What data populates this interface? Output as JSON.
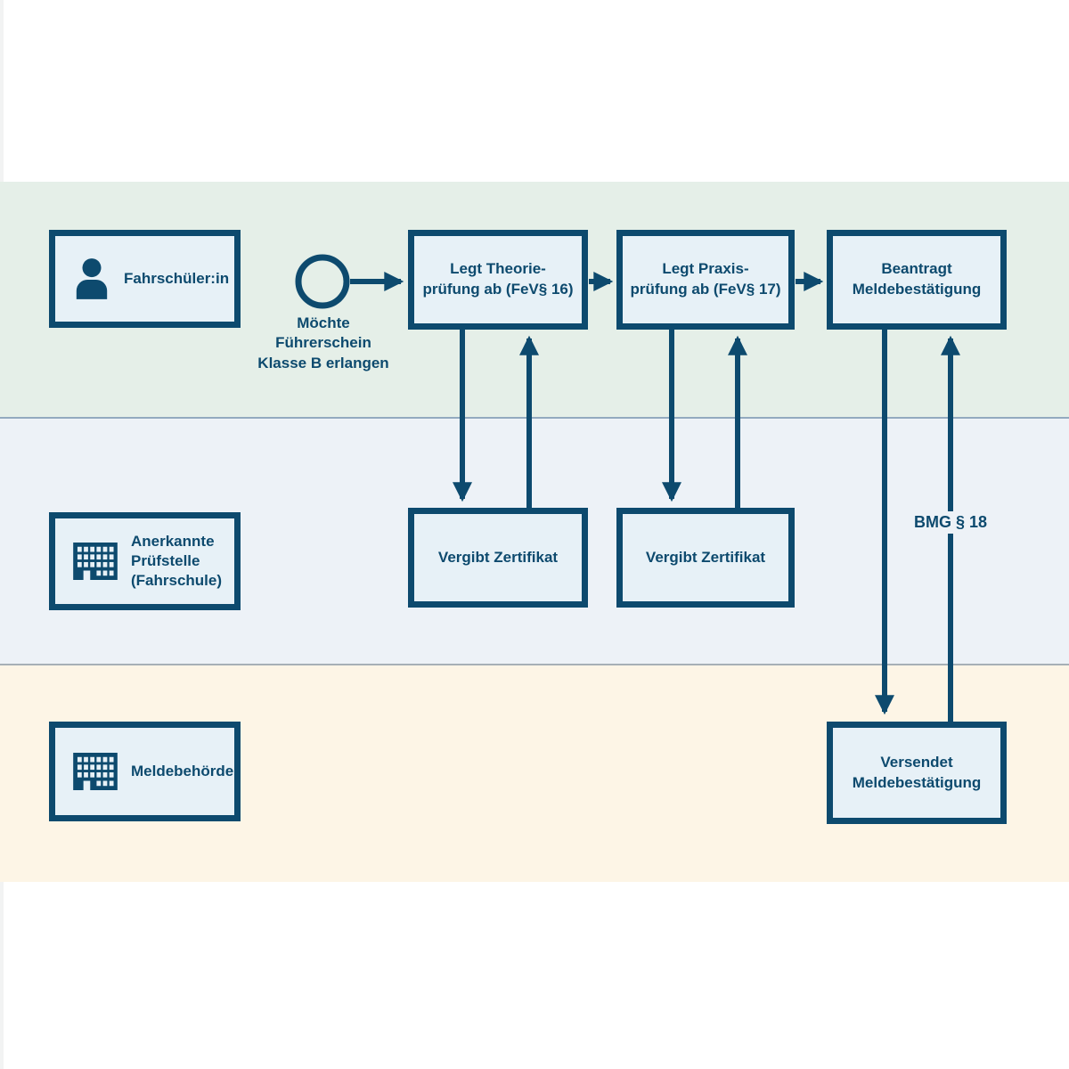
{
  "colors": {
    "ink": "#0d4a6e",
    "lane_fahrschueler_bg": "#e5efe8",
    "lane_pruefstelle_bg": "#edf2f7",
    "lane_meldebehoerde_bg": "#fdf5e6",
    "node_fill": "#e7f1f7",
    "divider_top": "#93aabf",
    "divider_bottom": "#a6b0b6",
    "page_bg": "#ffffff"
  },
  "lanes": {
    "fahrschueler": {
      "label": "Fahrschüler:in",
      "icon": "person-icon"
    },
    "pruefstelle": {
      "label": "Anerkannte\nPrüfstelle\n(Fahrschule)",
      "icon": "building-icon"
    },
    "meldebehoerde": {
      "label": "Meldebehörde",
      "icon": "building-icon"
    }
  },
  "start_event": {
    "label": "Möchte\nFührerschein\nKlasse B erlangen"
  },
  "nodes": {
    "theorie": {
      "label": "Legt Theorie-\nprüfung ab (FeV§ 16)"
    },
    "praxis": {
      "label": "Legt Praxis-\nprüfung ab (FeV§ 17)"
    },
    "beantragt": {
      "label": "Beantragt\nMeldebestätigung"
    },
    "vergibt_theorie": {
      "label": "Vergibt Zertifikat"
    },
    "vergibt_praxis": {
      "label": "Vergibt Zertifikat"
    },
    "versendet": {
      "label": "Versendet\nMeldebestätigung"
    }
  },
  "edge_labels": {
    "bmg": "BMG § 18"
  }
}
